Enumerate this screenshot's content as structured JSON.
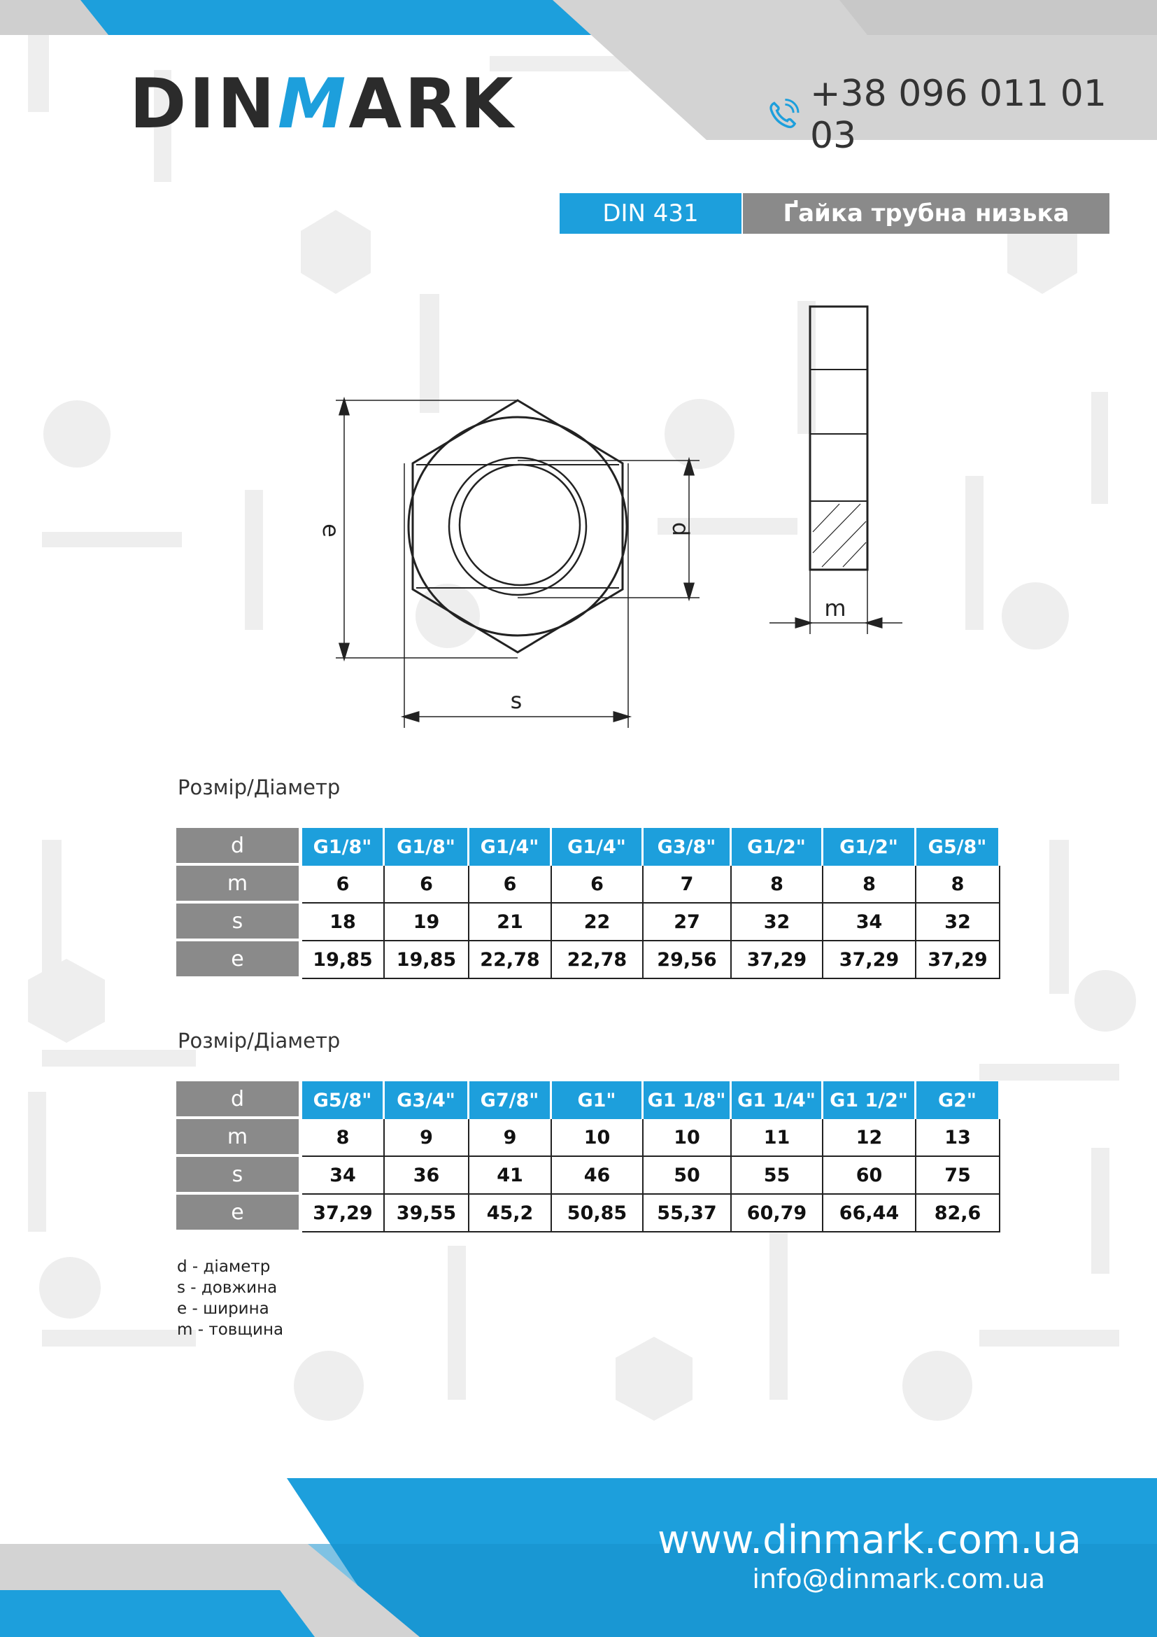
{
  "brand": {
    "logo_text_before": "DIN",
    "logo_text_accent": "M",
    "logo_text_after": "ARK",
    "accent_color": "#1d9fdc",
    "grey_color": "#8a8a8a"
  },
  "contact": {
    "phone": "+38 096 011 01 03",
    "website": "www.dinmark.com.ua",
    "email": "info@dinmark.com.ua"
  },
  "product": {
    "standard": "DIN 431",
    "title": "Ґайка трубна низька"
  },
  "drawing": {
    "labels": {
      "e": "e",
      "d": "d",
      "s": "s",
      "m": "m"
    }
  },
  "tables": [
    {
      "section_label": "Розмір/Діаметр",
      "rows": [
        {
          "head": "d",
          "values": [
            "G1/8\"",
            "G1/8\"",
            "G1/4\"",
            "G1/4\"",
            "G3/8\"",
            "G1/2\"",
            "G1/2\"",
            "G5/8\""
          ]
        },
        {
          "head": "m",
          "values": [
            "6",
            "6",
            "6",
            "6",
            "7",
            "8",
            "8",
            "8"
          ]
        },
        {
          "head": "s",
          "values": [
            "18",
            "19",
            "21",
            "22",
            "27",
            "32",
            "34",
            "32"
          ]
        },
        {
          "head": "e",
          "values": [
            "19,85",
            "19,85",
            "22,78",
            "22,78",
            "29,56",
            "37,29",
            "37,29",
            "37,29"
          ]
        }
      ]
    },
    {
      "section_label": "Розмір/Діаметр",
      "rows": [
        {
          "head": "d",
          "values": [
            "G5/8\"",
            "G3/4\"",
            "G7/8\"",
            "G1\"",
            "G1 1/8\"",
            "G1 1/4\"",
            "G1 1/2\"",
            "G2\""
          ]
        },
        {
          "head": "m",
          "values": [
            "8",
            "9",
            "9",
            "10",
            "10",
            "11",
            "12",
            "13"
          ]
        },
        {
          "head": "s",
          "values": [
            "34",
            "36",
            "41",
            "46",
            "50",
            "55",
            "60",
            "75"
          ]
        },
        {
          "head": "e",
          "values": [
            "37,29",
            "39,55",
            "45,2",
            "50,85",
            "55,37",
            "60,79",
            "66,44",
            "82,6"
          ]
        }
      ]
    }
  ],
  "legend": [
    "d - діаметр",
    "s - довжина",
    "e - ширина",
    "m - товщина"
  ]
}
